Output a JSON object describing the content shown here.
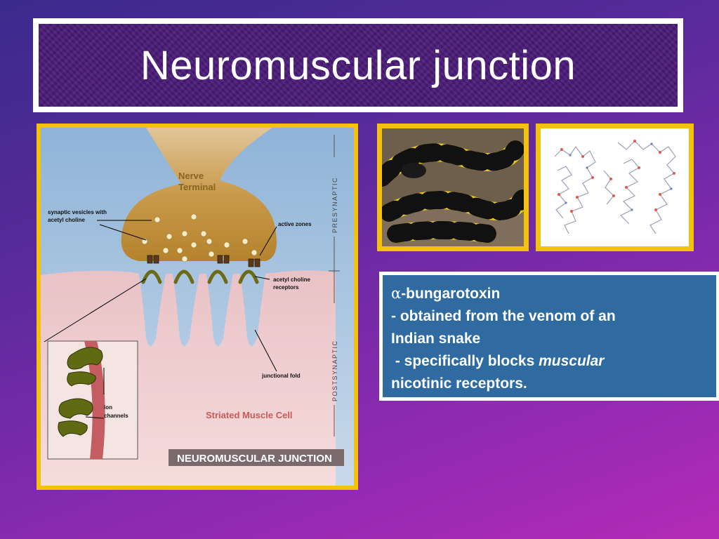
{
  "slide": {
    "title": "Neuromuscular junction"
  },
  "diagram": {
    "nerve_terminal": [
      "Nerve",
      "Terminal"
    ],
    "synaptic_vesicles": [
      "synaptic vesicles with",
      "acetyl choline"
    ],
    "active_zones": "active zones",
    "presynaptic": "PRESYNAPTIC",
    "postsynaptic": "POSTSYNAPTIC",
    "ach_receptors": [
      "acetyl choline",
      "receptors"
    ],
    "junctional_fold": "junctional fold",
    "ion_channels": [
      "ion",
      "channels"
    ],
    "striated_muscle": "Striated Muscle Cell",
    "caption": "NEUROMUSCULAR JUNCTION"
  },
  "info": {
    "alpha_symbol": "α",
    "line1_rest": "-bungarotoxin",
    "line2": " - obtained from the venom of an",
    "line3": "Indian snake",
    "line4_prefix": " - specifically blocks ",
    "line4_emph": "muscular",
    "line5": "nicotinic receptors."
  },
  "colors": {
    "frame": "#f4c20a",
    "info_bg": "#2f6aa0",
    "title_bg": "#4a1a78",
    "nerve": "#c89a4a",
    "muscle": "#f2d0d2",
    "receptor": "#6b6a16"
  }
}
